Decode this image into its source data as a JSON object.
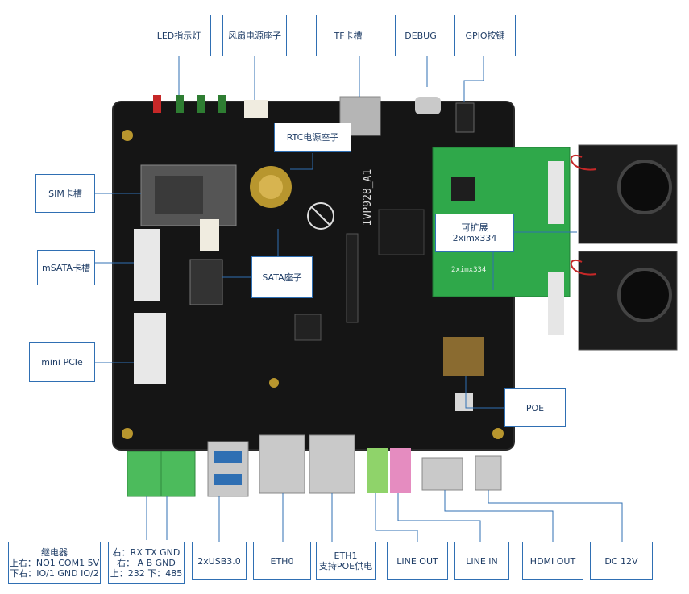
{
  "board": {
    "model_silk": "IVP928_A1",
    "expansion_silk": "2ximx334"
  },
  "colors": {
    "pcb": "#151515",
    "pcb_edge": "#2a2a2a",
    "green_board": "#2fa84a",
    "terminal_green": "#4cbb5c",
    "line": "#2f6fb3",
    "label_text": "#1f3d66",
    "audio_green": "#8fd36a",
    "audio_pink": "#e58cc0",
    "metal": "#c9c9c9"
  },
  "labels": {
    "led": "LED指示灯",
    "fan": "风扇电源座子",
    "tf": "TF卡槽",
    "debug": "DEBUG",
    "gpio": "GPIO按键",
    "rtc": "RTC电源座子",
    "sim": "SIM卡槽",
    "msata": "mSATA卡槽",
    "sata": "SATA座子",
    "expand_1": "可扩展",
    "expand_2": "2ximx334",
    "mini_pcie": "mini PCIe",
    "poe": "POE",
    "relay_1": "继电器",
    "relay_2": "上右：NO1 COM1 5V",
    "relay_3": "下右：IO/1 GND IO/2",
    "serial_1": "右：RX TX GND",
    "serial_2": "右：  A  B GND",
    "serial_3": "上：232 下：485",
    "usb": "2xUSB3.0",
    "eth0": "ETH0",
    "eth1_1": "ETH1",
    "eth1_2": "支持POE供电",
    "line_out": "LINE OUT",
    "line_in": "LINE IN",
    "hdmi": "HDMI OUT",
    "dc": "DC 12V"
  }
}
